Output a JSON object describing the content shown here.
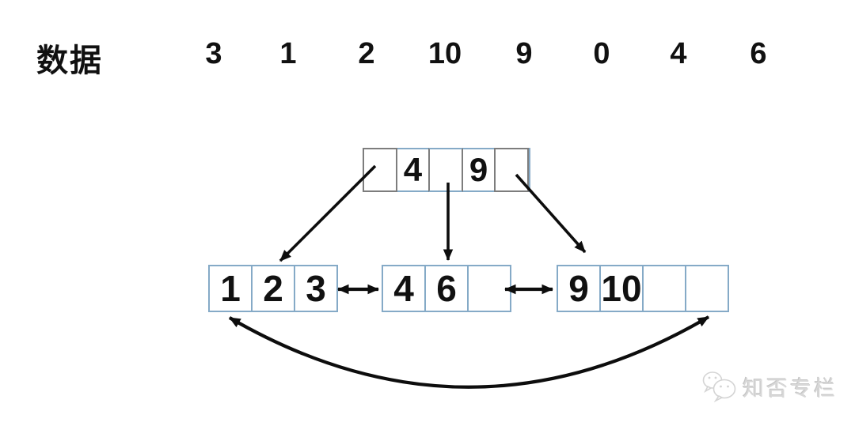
{
  "data_row": {
    "label": "数据",
    "values": [
      "3",
      "1",
      "2",
      "10",
      "9",
      "0",
      "4",
      "6"
    ]
  },
  "tree": {
    "root": {
      "cells": [
        {
          "type": "pointer",
          "value": ""
        },
        {
          "type": "key",
          "value": "4"
        },
        {
          "type": "pointer",
          "value": ""
        },
        {
          "type": "key",
          "value": "9"
        },
        {
          "type": "pointer",
          "value": ""
        }
      ]
    },
    "leaves": [
      {
        "cells": [
          "1",
          "2",
          "3"
        ]
      },
      {
        "cells": [
          "4",
          "6",
          ""
        ]
      },
      {
        "cells": [
          "9",
          "10",
          "",
          ""
        ]
      }
    ],
    "links": [
      {
        "from": "root-pointer-0",
        "to": "leaf-0",
        "type": "child-pointer"
      },
      {
        "from": "root-pointer-1",
        "to": "leaf-1",
        "type": "child-pointer"
      },
      {
        "from": "root-pointer-2",
        "to": "leaf-2",
        "type": "child-pointer"
      },
      {
        "from": "leaf-0",
        "to": "leaf-1",
        "type": "sibling-bidirectional"
      },
      {
        "from": "leaf-1",
        "to": "leaf-2",
        "type": "sibling-bidirectional"
      },
      {
        "from": "leaf-0",
        "to": "leaf-2",
        "type": "circular-bidirectional"
      }
    ]
  },
  "watermark": {
    "icon": "wechat-chat-bubbles-icon",
    "text": "知否专栏"
  },
  "colors": {
    "key_border": "#85aac7",
    "pointer_border": "#7d7d7d",
    "arrow": "#0d0d0d",
    "watermark": "#d6d6d6",
    "background": "#ffffff",
    "text": "#111111"
  }
}
